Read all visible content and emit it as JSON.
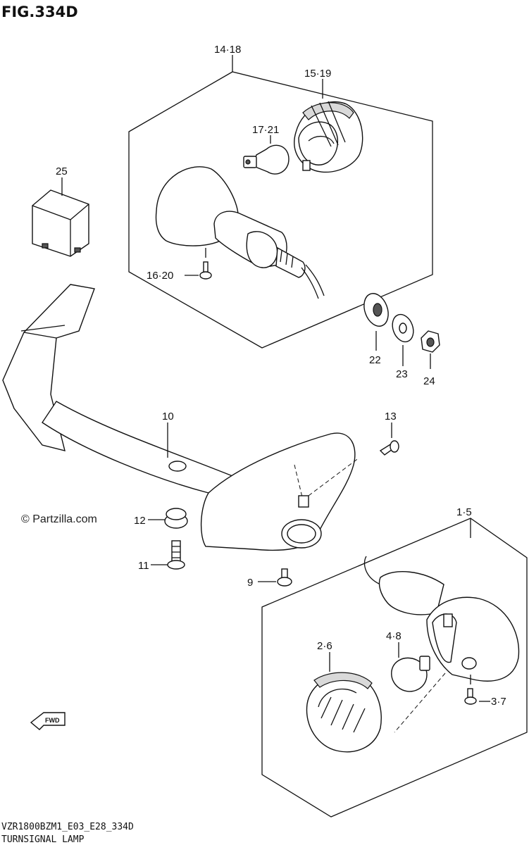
{
  "figure": {
    "title": "FIG.334D"
  },
  "watermark": "© Partzilla.com",
  "footer": {
    "model_code": "VZR1800BZM1_E03_E28_334D",
    "section_name": "TURNSIGNAL LAMP"
  },
  "fwd_label": "FWD",
  "callouts": {
    "c1_5": "1·5",
    "c2_6": "2·6",
    "c3_7": "3·7",
    "c4_8": "4·8",
    "c9": "9",
    "c10": "10",
    "c11": "11",
    "c12": "12",
    "c13": "13",
    "c14_18": "14·18",
    "c15_19": "15·19",
    "c16_20": "16·20",
    "c17_21": "17·21",
    "c22": "22",
    "c23": "23",
    "c24": "24",
    "c25": "25"
  }
}
